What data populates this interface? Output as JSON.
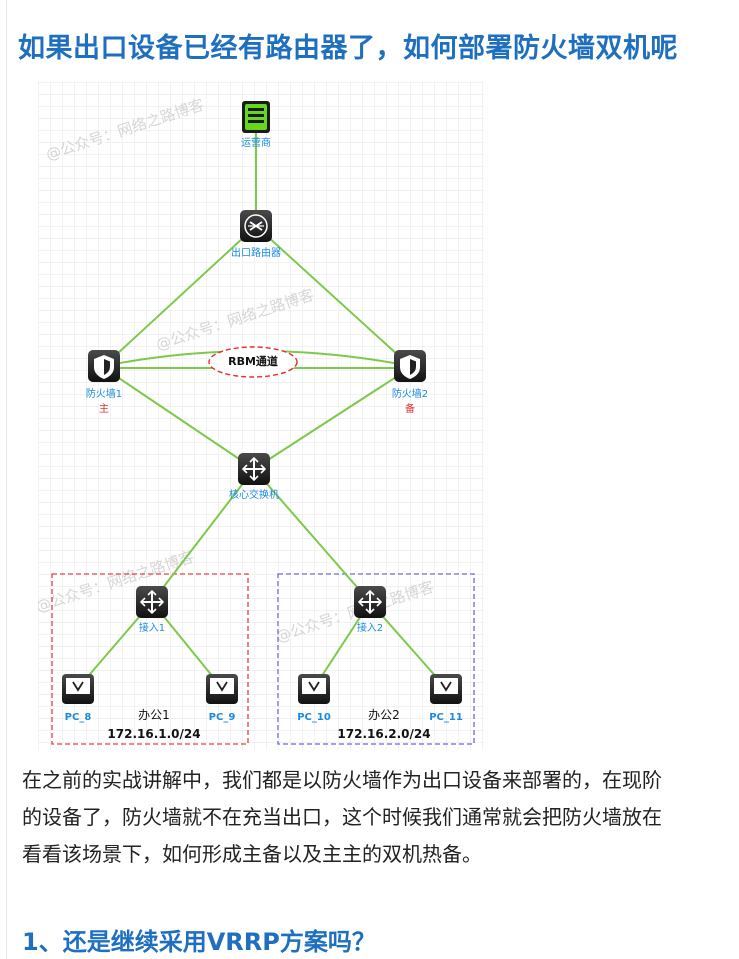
{
  "article": {
    "title": "如果出口设备已经有路由器了，如何部署防火墙双机呢",
    "paragraph": [
      "在之前的实战讲解中，我们都是以防火墙作为出口设备来部署的，在现阶",
      "的设备了，防火墙就不在充当出口，这个时候我们通常就会把防火墙放在",
      "看看该场景下，如何形成主备以及主主的双机热备。"
    ],
    "section_heading": "1、还是继续采用VRRP方案吗？"
  },
  "diagram": {
    "watermark": "@公众号：网络之路博客",
    "isp_label": "运营商",
    "router_label": "出口路由器",
    "rbm_label": "RBM通道",
    "fw1_label": "防火墙1",
    "fw1_role": "主",
    "fw2_label": "防火墙2",
    "fw2_role": "备",
    "core_label": "核心交换机",
    "access1_label": "接入1",
    "access2_label": "接入2",
    "pc8_label": "PC_8",
    "pc9_label": "PC_9",
    "pc10_label": "PC_10",
    "pc11_label": "PC_11",
    "office1_name": "办公1",
    "office1_subnet": "172.16.1.0/24",
    "office2_name": "办公2",
    "office2_subnet": "172.16.2.0/24",
    "colors": {
      "link": "#7dc94a",
      "label": "#1a8ce0",
      "role": "#e23030",
      "office1_border": "#e54040",
      "office2_border": "#6a6ae0"
    }
  }
}
